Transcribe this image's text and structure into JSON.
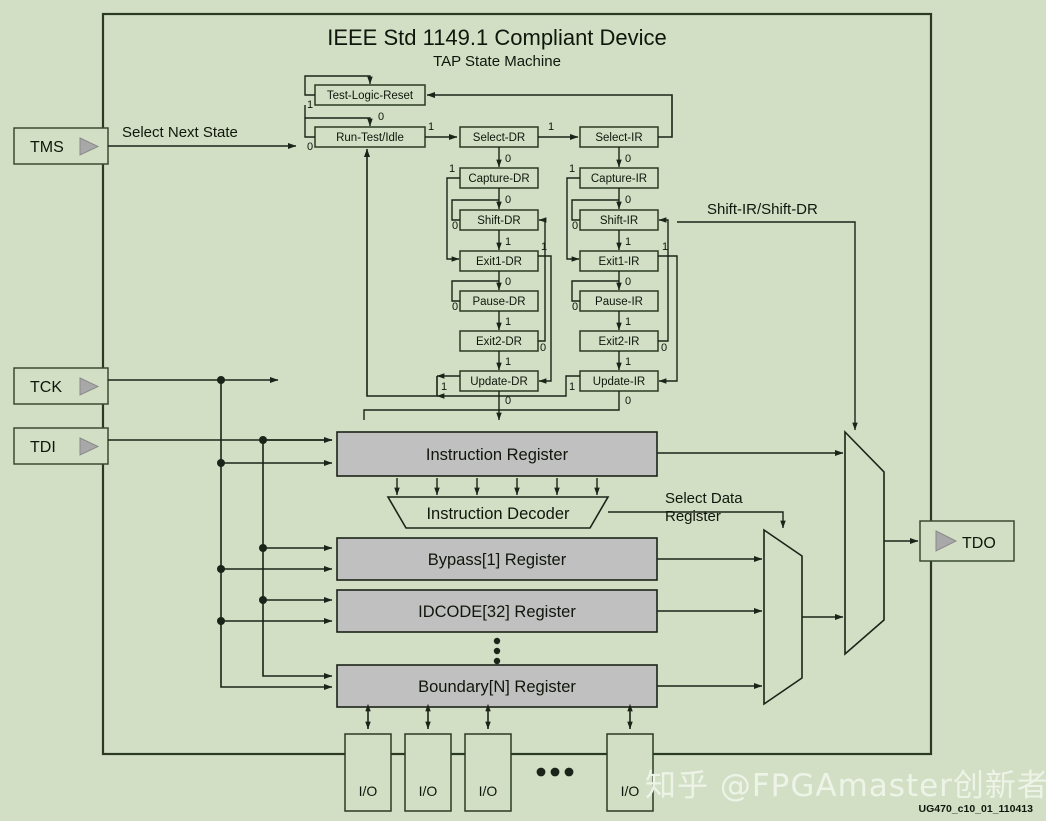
{
  "title": "IEEE Std 1149.1 Compliant Device",
  "subtitle": "TAP State Machine",
  "figure_id": "UG470_c10_01_110413",
  "watermark": "知乎 @FPGAmaster创新者",
  "colors": {
    "background": "#d2dfc4",
    "register_fill": "#c0c0c0",
    "line": "#1c2318",
    "boundary": "#2b3a22",
    "buffer_triangle": "#a8a8a8",
    "watermark": "#eef3e8"
  },
  "ports": {
    "inputs": [
      {
        "name": "TMS",
        "label": "TMS"
      },
      {
        "name": "TCK",
        "label": "TCK"
      },
      {
        "name": "TDI",
        "label": "TDI"
      }
    ],
    "outputs": [
      {
        "name": "TDO",
        "label": "TDO"
      }
    ]
  },
  "signal_labels": {
    "select_next_state": "Select Next State",
    "shift_ir_shift_dr": "Shift-IR/Shift-DR",
    "select_data_register_line1": "Select Data",
    "select_data_register_line2": "Register"
  },
  "state_machine": {
    "top_states": [
      {
        "id": "test-logic-reset",
        "label": "Test-Logic-Reset"
      },
      {
        "id": "run-test-idle",
        "label": "Run-Test/Idle"
      }
    ],
    "dr_column": [
      {
        "id": "select-dr",
        "label": "Select-DR"
      },
      {
        "id": "capture-dr",
        "label": "Capture-DR"
      },
      {
        "id": "shift-dr",
        "label": "Shift-DR"
      },
      {
        "id": "exit1-dr",
        "label": "Exit1-DR"
      },
      {
        "id": "pause-dr",
        "label": "Pause-DR"
      },
      {
        "id": "exit2-dr",
        "label": "Exit2-DR"
      },
      {
        "id": "update-dr",
        "label": "Update-DR"
      }
    ],
    "ir_column": [
      {
        "id": "select-ir",
        "label": "Select-IR"
      },
      {
        "id": "capture-ir",
        "label": "Capture-IR"
      },
      {
        "id": "shift-ir",
        "label": "Shift-IR"
      },
      {
        "id": "exit1-ir",
        "label": "Exit1-IR"
      },
      {
        "id": "pause-ir",
        "label": "Pause-IR"
      },
      {
        "id": "exit2-ir",
        "label": "Exit2-IR"
      },
      {
        "id": "update-ir",
        "label": "Update-IR"
      }
    ],
    "transition_bits": {
      "zero": "0",
      "one": "1"
    }
  },
  "registers": [
    {
      "id": "instruction-register",
      "label": "Instruction Register"
    },
    {
      "id": "bypass-register",
      "label": "Bypass[1] Register"
    },
    {
      "id": "idcode-register",
      "label": "IDCODE[32] Register"
    },
    {
      "id": "boundary-register",
      "label": "Boundary[N] Register"
    }
  ],
  "decoder": {
    "id": "instruction-decoder",
    "label": "Instruction Decoder"
  },
  "io_cells": [
    {
      "label": "I/O"
    },
    {
      "label": "I/O"
    },
    {
      "label": "I/O"
    },
    {
      "label": "I/O"
    }
  ],
  "ellipsis": "•••"
}
